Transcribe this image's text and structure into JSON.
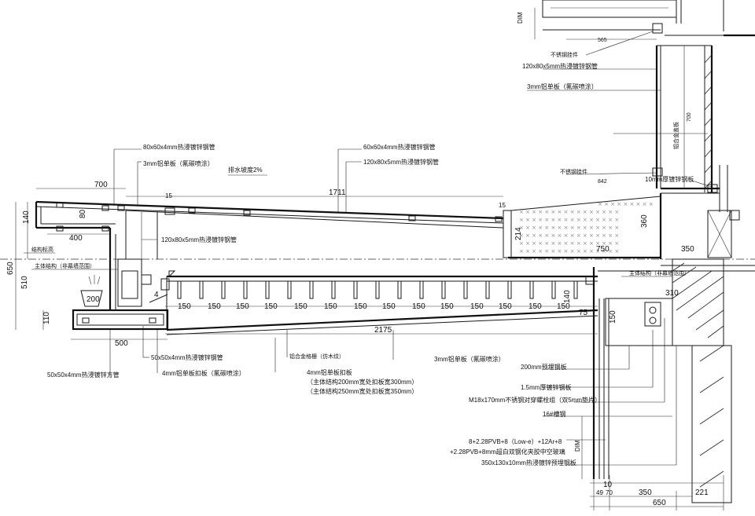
{
  "dimensions": {
    "d700": "700",
    "d1711": "1711",
    "d15a": "15",
    "d15b": "15",
    "d140": "140",
    "d80": "80",
    "d400": "400",
    "d650v": "650",
    "d510": "510",
    "d110": "110",
    "d200": "200",
    "d4": "4",
    "d500": "500",
    "d150": "150",
    "d2175": "2175",
    "d75": "75",
    "d140b": "140",
    "d150v": "150",
    "d214": "214",
    "d750": "750",
    "d360": "360",
    "d350r": "350",
    "d310": "310",
    "d842": "842",
    "d700v": "700",
    "d565": "565",
    "dim_top": "DIM",
    "dim_bottom": "DIM",
    "d10": "10",
    "d49": "49",
    "d70": "70",
    "d350b": "350",
    "d221": "221",
    "d650b": "650"
  },
  "labels": {
    "tube_80x60": "80x60x4mm热浸镀锌钢管",
    "tube_60x60": "60x60x4mm热浸镀锌钢管",
    "al_3mm_top": "3mm铝单板（氟碳喷涂）",
    "slope": "排水坡度2%",
    "tube_120x80_top": "120x80x5mm热浸镀锌钢管",
    "tube_120x80_mid": "120x80x5mm热浸镀锌钢管",
    "structure_line": "结构标高",
    "main_structure_left": "主体结构（非幕墙范围）",
    "main_structure_right": "主体结构（非幕墙范围）",
    "tube_50x50": "50x50x4mm热浸镀锌钢管",
    "tube_50x50_b": "50x50x4mm热浸镀锌方管",
    "al_4mm_water": "4mm铝单板扣板（氟碳喷涂）",
    "al_grille": "铝合金格栅（仿木纹）",
    "al_4mm_ceiling": "4mm铝单板扣板",
    "ceiling_note1": "（主体结构200mm宽处扣板宽300mm）",
    "ceiling_note2": "（主体结构250mm宽处扣板宽350mm）",
    "al_3mm_bottom": "3mm铝单板（氟碳喷涂）",
    "steel_plate_200": "200mm预埋钢板",
    "steel_1_5": "1.5mm厚镀锌钢板",
    "bolt": "M18x170mm不锈钢对穿螺栓组（双5mm垫片）",
    "gasket": "16#槽钢",
    "glass1": "8+2.28PVB+8（Low-e）+12Ar+8",
    "glass2": "+2.28PVB+8mm超白双钢化夹胶中空玻璃",
    "embed": "350x130x10mm热浸镀锌预埋钢板",
    "ss_hanger_top": "不锈钢挂件",
    "tube_120x80_right": "120x80x5mm热浸镀锌钢管",
    "al_3mm_right": "3mm铝单板（氟碳喷涂）",
    "al_cap": "铝合金盖板",
    "ss_hanger_mid": "不锈钢挂件",
    "steel_10mm": "10mm厚镀锌钢板"
  }
}
